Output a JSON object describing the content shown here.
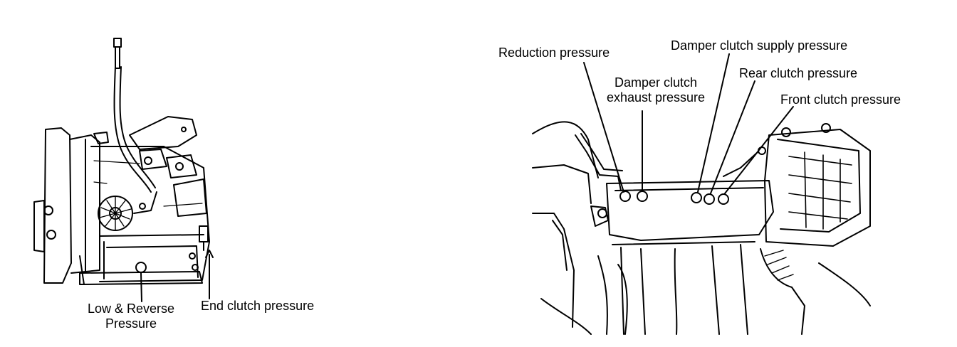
{
  "left_figure": {
    "labels": {
      "low_reverse_line1": "Low & Reverse",
      "low_reverse_line2": "Pressure",
      "end_clutch": "End clutch pressure"
    }
  },
  "right_figure": {
    "labels": {
      "reduction": "Reduction pressure",
      "damper_supply": "Damper clutch supply pressure",
      "damper_exhaust_line1": "Damper clutch",
      "damper_exhaust_line2": "exhaust pressure",
      "rear_clutch": "Rear clutch pressure",
      "front_clutch": "Front clutch pressure"
    }
  }
}
